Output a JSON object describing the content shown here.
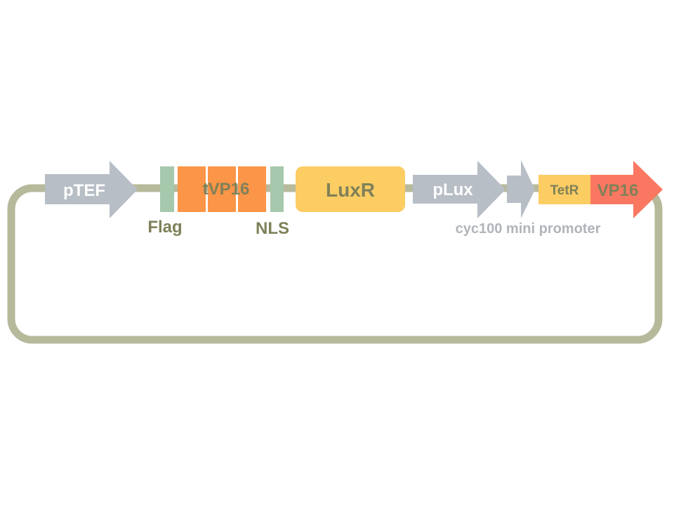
{
  "colors": {
    "backbone": "#b7b99b",
    "promoter": "#b8bec6",
    "flag_nls": "#a6c8ac",
    "tvp16": "#fb9547",
    "luxr": "#fbcd63",
    "tetr": "#fbcd63",
    "vp16": "#fa7861",
    "label_olive": "#7f8058",
    "label_gray": "#b0b5bb",
    "label_on_gray": "#ffffff",
    "label_on_orange": "#7f8058",
    "label_on_yellow": "#7f8058"
  },
  "parts": {
    "pTEF": "pTEF",
    "flag": "Flag",
    "tVP16": "tVP16",
    "nls": "NLS",
    "luxR": "LuxR",
    "pLux": "pLux",
    "cyc100": "cyc100 mini promoter",
    "tetR": "TetR",
    "vp16": "VP16"
  }
}
